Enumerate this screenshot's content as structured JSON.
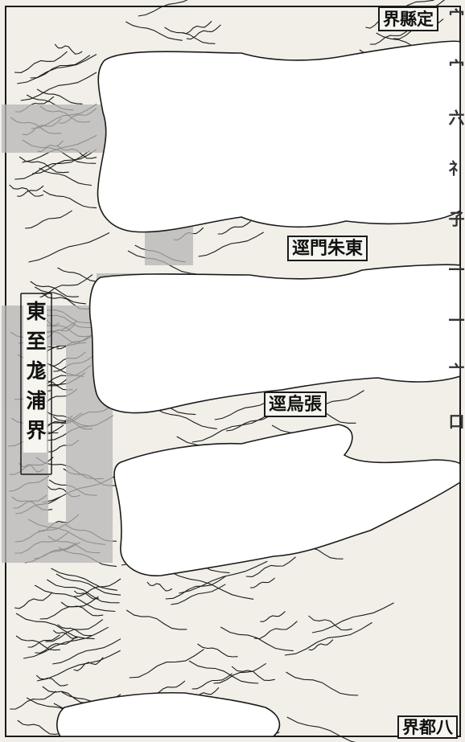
{
  "map": {
    "labels": {
      "top_right": "界縣定",
      "east_zhu_men_jing": "逕門朱東",
      "zhang_wu_jing": "逕烏張",
      "east_boundary": "東至尨浦界",
      "bottom_right": "界都八"
    },
    "margin_chars": "宀 宀 六 礻 子 一 一 亠 口"
  },
  "colors": {
    "paper": "#f1efe8",
    "ink": "#1a1a1a",
    "watermark": "#b5b5b5",
    "cloud_fill": "#ffffff"
  }
}
